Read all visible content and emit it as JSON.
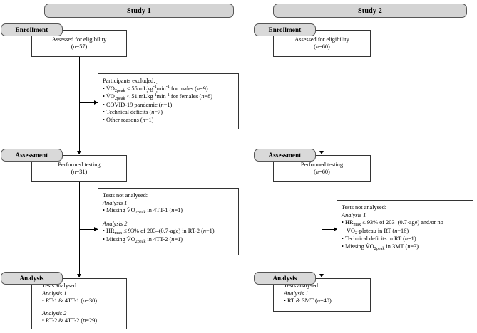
{
  "studies": [
    {
      "id": "study-1",
      "banner": "Study 1",
      "stages": [
        {
          "key": "enrollment",
          "label": "Enrollment"
        },
        {
          "key": "assessment",
          "label": "Assessment"
        },
        {
          "key": "analysis",
          "label": "Analysis"
        }
      ],
      "enrollment_box": {
        "title": "Assessed for eligibility",
        "count": "(n=57)"
      },
      "excluded_box": {
        "heading": "Participants excluded:",
        "items": [
          "• VO2peak < 55 mL·kg-1·min-1 for males (n=9)",
          "• VO2peak < 51 mL·kg-1·min-1 for females (n=8)",
          "• COVID-19 pandemic (n=1)",
          "• Technical deficits (n=7)",
          "• Other reasons (n=1)"
        ]
      },
      "assessment_box": {
        "title": "Performed testing",
        "count": "(n=31)"
      },
      "not_analysed_box": {
        "heading": "Tests not analysed:",
        "groups": [
          {
            "tag": "Analysis 1",
            "items": [
              "• Missing VO2peak in 4TT-1 (n=1)"
            ]
          },
          {
            "tag": "Analysis 2",
            "items": [
              "• HRmax ≤ 93% of 203–(0.7·age) in RT-2 (n=1)",
              "• Missing VO2peak in 4TT-2 (n=1)"
            ]
          }
        ]
      },
      "analysed_box": {
        "heading": "Tests analysed:",
        "groups": [
          {
            "tag": "Analysis 1",
            "items": [
              "• RT-1 & 4TT-1 (n=30)"
            ]
          },
          {
            "tag": "Analysis 2",
            "items": [
              "• RT-2 & 4TT-2 (n=29)"
            ]
          }
        ]
      }
    },
    {
      "id": "study-2",
      "banner": "Study 2",
      "stages": [
        {
          "key": "enrollment",
          "label": "Enrollment"
        },
        {
          "key": "assessment",
          "label": "Assessment"
        },
        {
          "key": "analysis",
          "label": "Analysis"
        }
      ],
      "enrollment_box": {
        "title": "Assessed for eligibility",
        "count": "(n=60)"
      },
      "assessment_box": {
        "title": "Performed testing",
        "count": "(n=60)"
      },
      "not_analysed_box": {
        "heading": "Tests not analysed:",
        "groups": [
          {
            "tag": "Analysis 1",
            "items": [
              "• HRmax ≤ 93% of 203–(0.7·age) and/or no",
              "VO2-plateau in RT (n=16)",
              "• Technical deficits in RT (n=1)",
              "• Missing VO2peak in 3MT (n=3)"
            ]
          }
        ]
      },
      "analysed_box": {
        "heading": "Tests analysed:",
        "groups": [
          {
            "tag": "Analysis 1",
            "items": [
              "• RT & 3MT (n=40)"
            ]
          }
        ]
      }
    }
  ],
  "colors": {
    "banner_fill": "#d4d4d4",
    "pill_fill": "#d9d9d9",
    "border": "#333333",
    "line": "#000000",
    "background": "#ffffff"
  }
}
